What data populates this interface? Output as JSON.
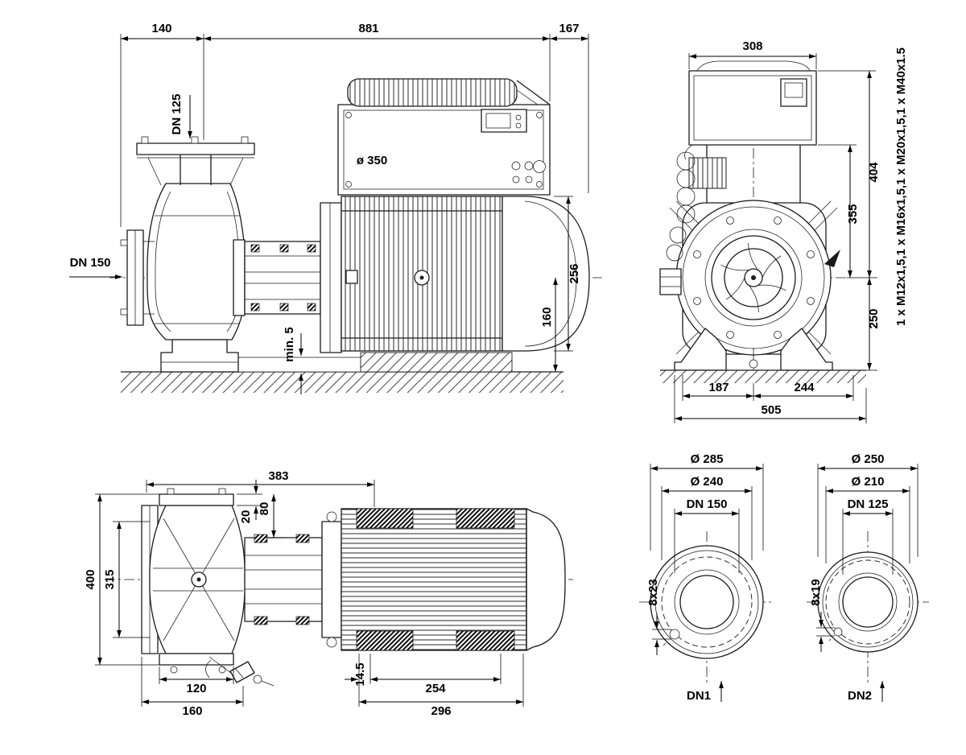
{
  "colors": {
    "ink": "#1a1a1a",
    "paper": "#ffffff"
  },
  "views": {
    "side": {
      "dim_140": "140",
      "dim_881": "881",
      "dim_167": "167",
      "discharge_port": "DN 125",
      "motor_dia": "ø 350",
      "suction_port": "DN 150",
      "dim_256": "256",
      "dim_160": "160",
      "dim_min5": "min. 5"
    },
    "front": {
      "dim_308": "308",
      "dim_404": "404",
      "dim_355": "355",
      "dim_250": "250",
      "dim_187": "187",
      "dim_244": "244",
      "dim_505": "505",
      "cable_glands": "1 x M12x1,5,1 x M16x1,5,1 x M20x1,5,1 x M40x1.5"
    },
    "plan": {
      "dim_383": "383",
      "dim_80": "80",
      "dim_20": "20",
      "dim_400": "400",
      "dim_315": "315",
      "dim_120": "120",
      "dim_160": "160",
      "dim_14_5": "14.5",
      "dim_254": "254",
      "dim_296": "296"
    },
    "flange_dn150": {
      "outer_dia": "Ø 285",
      "bolt_circle_dia": "Ø 240",
      "nominal_dia": "DN 150",
      "bolt_holes": "8x23",
      "port_label": "DN1"
    },
    "flange_dn125": {
      "outer_dia": "Ø 250",
      "bolt_circle_dia": "Ø 210",
      "nominal_dia": "DN 125",
      "bolt_holes": "8x19",
      "port_label": "DN2"
    }
  }
}
